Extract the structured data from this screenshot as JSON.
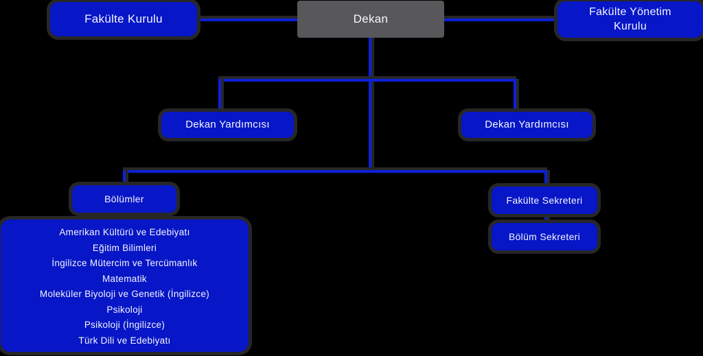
{
  "colors": {
    "background": "#000000",
    "box_blue": "#0716c6",
    "line_blue": "#0d20d8",
    "dekan_gray": "#58585a",
    "shadow_gray": "#272727",
    "text_white": "#f4f6ff"
  },
  "nodes": {
    "dekan": "Dekan",
    "fakulte_kurulu": "Fakülte Kurulu",
    "fakulte_yonetim_kurulu": "Fakülte Yönetim Kurulu",
    "dekan_yardimcisi_left": "Dekan Yardımcısı",
    "dekan_yardimcisi_right": "Dekan Yardımcısı",
    "bolumler": "Bölümler",
    "fakulte_sekreteri": "Fakülte Sekreteri",
    "bolum_sekreteri": "Bölüm Sekreteri"
  },
  "departments": [
    "Amerikan Kültürü ve Edebiyatı",
    "Eğitim Bilimleri",
    "İngilizce Mütercim ve Tercümanlık",
    "Matematik",
    "Moleküler Biyoloji ve Genetik (İngilizce)",
    "Psikoloji",
    "Psikoloji (İngilizce)",
    "Türk Dili ve Edebiyatı"
  ]
}
